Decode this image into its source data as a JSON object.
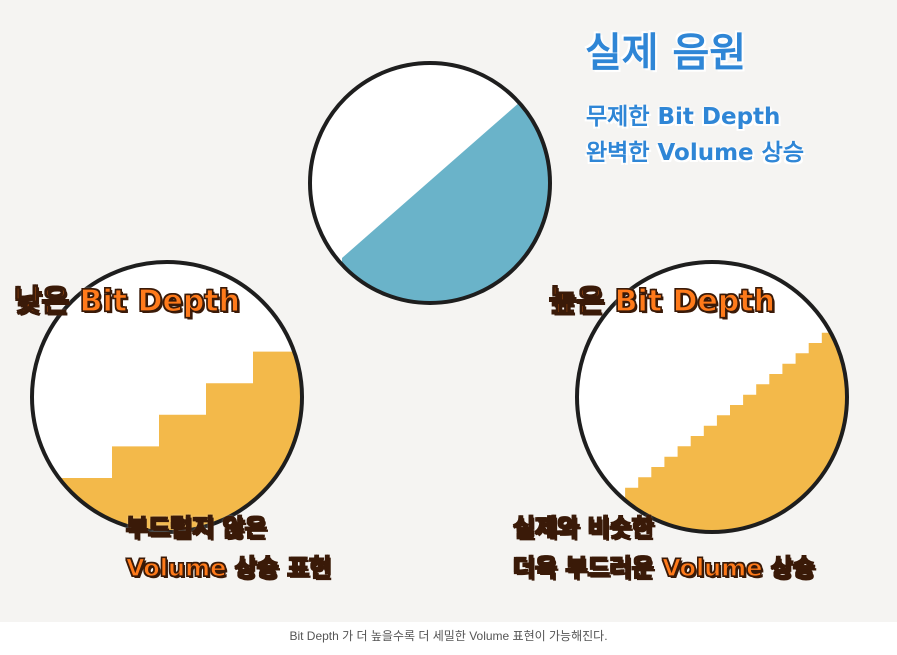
{
  "real_audio": {
    "title": "실제 음원",
    "line1": "무제한 Bit Depth",
    "line2": "완벽한 Volume 상승"
  },
  "low_bit": {
    "title": "낮은 Bit Depth",
    "line1": "부드럽지 않은",
    "line2": "Volume 상승 표현",
    "steps": 5
  },
  "high_bit": {
    "title": "높은 Bit Depth",
    "line1": "실제와 비슷한",
    "line2": "더욱 부드러운 Volume 상승",
    "steps": 18
  },
  "caption": "Bit Depth 가 더 높을수록 더 세밀한 Volume 표현이 가능해진다.",
  "colors": {
    "blue_fill": "#6ab3c9",
    "orange_fill": "#f3b94a",
    "outline": "#1e1e1e",
    "blue_text": "#2f86d6",
    "orange_text": "#ff7a1a"
  }
}
